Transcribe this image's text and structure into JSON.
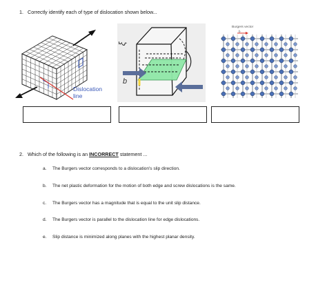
{
  "q1": {
    "number": "1.",
    "text": "Correctly identify each of type of dislocation shown below..."
  },
  "figures": {
    "fig1_label_line1": "Dislocation",
    "fig1_label_line2": "line",
    "fig2_xi": "ξ",
    "fig2_b": "b",
    "fig3_label": "Burgers vector",
    "fig3_sub": "b",
    "colors": {
      "arrow_red": "#d9342b",
      "slip_green": "#8fe8a8",
      "arrow_blue": "#5a6e9a",
      "atom": "#4a6fb5",
      "label_blue": "#3a58b8"
    }
  },
  "answer_boxes": [
    "",
    "",
    ""
  ],
  "q2": {
    "number": "2.",
    "text_before": "Which of the following is an ",
    "highlight": "INCORRECT",
    "text_after": " statement ...",
    "options": [
      {
        "letter": "a.",
        "text": "The Burgers vector corresponds to a dislocation's slip direction."
      },
      {
        "letter": "b.",
        "text": "The net plastic deformation for the motion of both edge and screw dislocations is the same."
      },
      {
        "letter": "c.",
        "text": "The Burgers vector has a magnitude that is equal to the unit slip distance."
      },
      {
        "letter": "d.",
        "text": "The Burgers vector is parallel to the dislocation line for edge dislocations."
      },
      {
        "letter": "e.",
        "text": "Slip distance is minimized along planes with the highest planar density."
      }
    ]
  }
}
